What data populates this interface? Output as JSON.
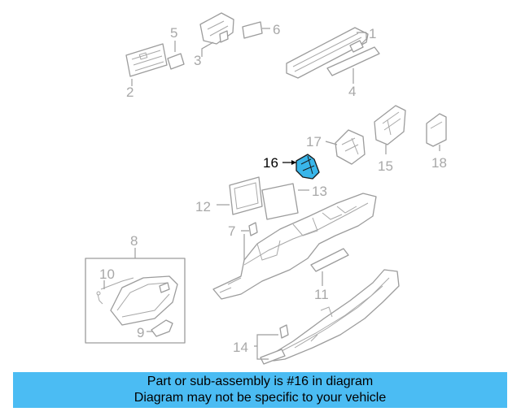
{
  "diagram": {
    "highlighted_part": "16",
    "callouts": {
      "c1": "1",
      "c2": "2",
      "c3": "3",
      "c4": "4",
      "c5": "5",
      "c6": "6",
      "c7": "7",
      "c8": "8",
      "c9": "9",
      "c10": "10",
      "c11": "11",
      "c12": "12",
      "c13": "13",
      "c14": "14",
      "c15": "15",
      "c16": "16",
      "c17": "17",
      "c18": "18"
    },
    "colors": {
      "highlight": "#39b6ea",
      "part_lines": "#9c9c9c",
      "callout_text": "#a8a8a8",
      "banner": "#4bbcf3"
    }
  },
  "banner": {
    "line1": "Part or sub-assembly is #16 in diagram",
    "line2": "Diagram may not be specific to your vehicle"
  }
}
